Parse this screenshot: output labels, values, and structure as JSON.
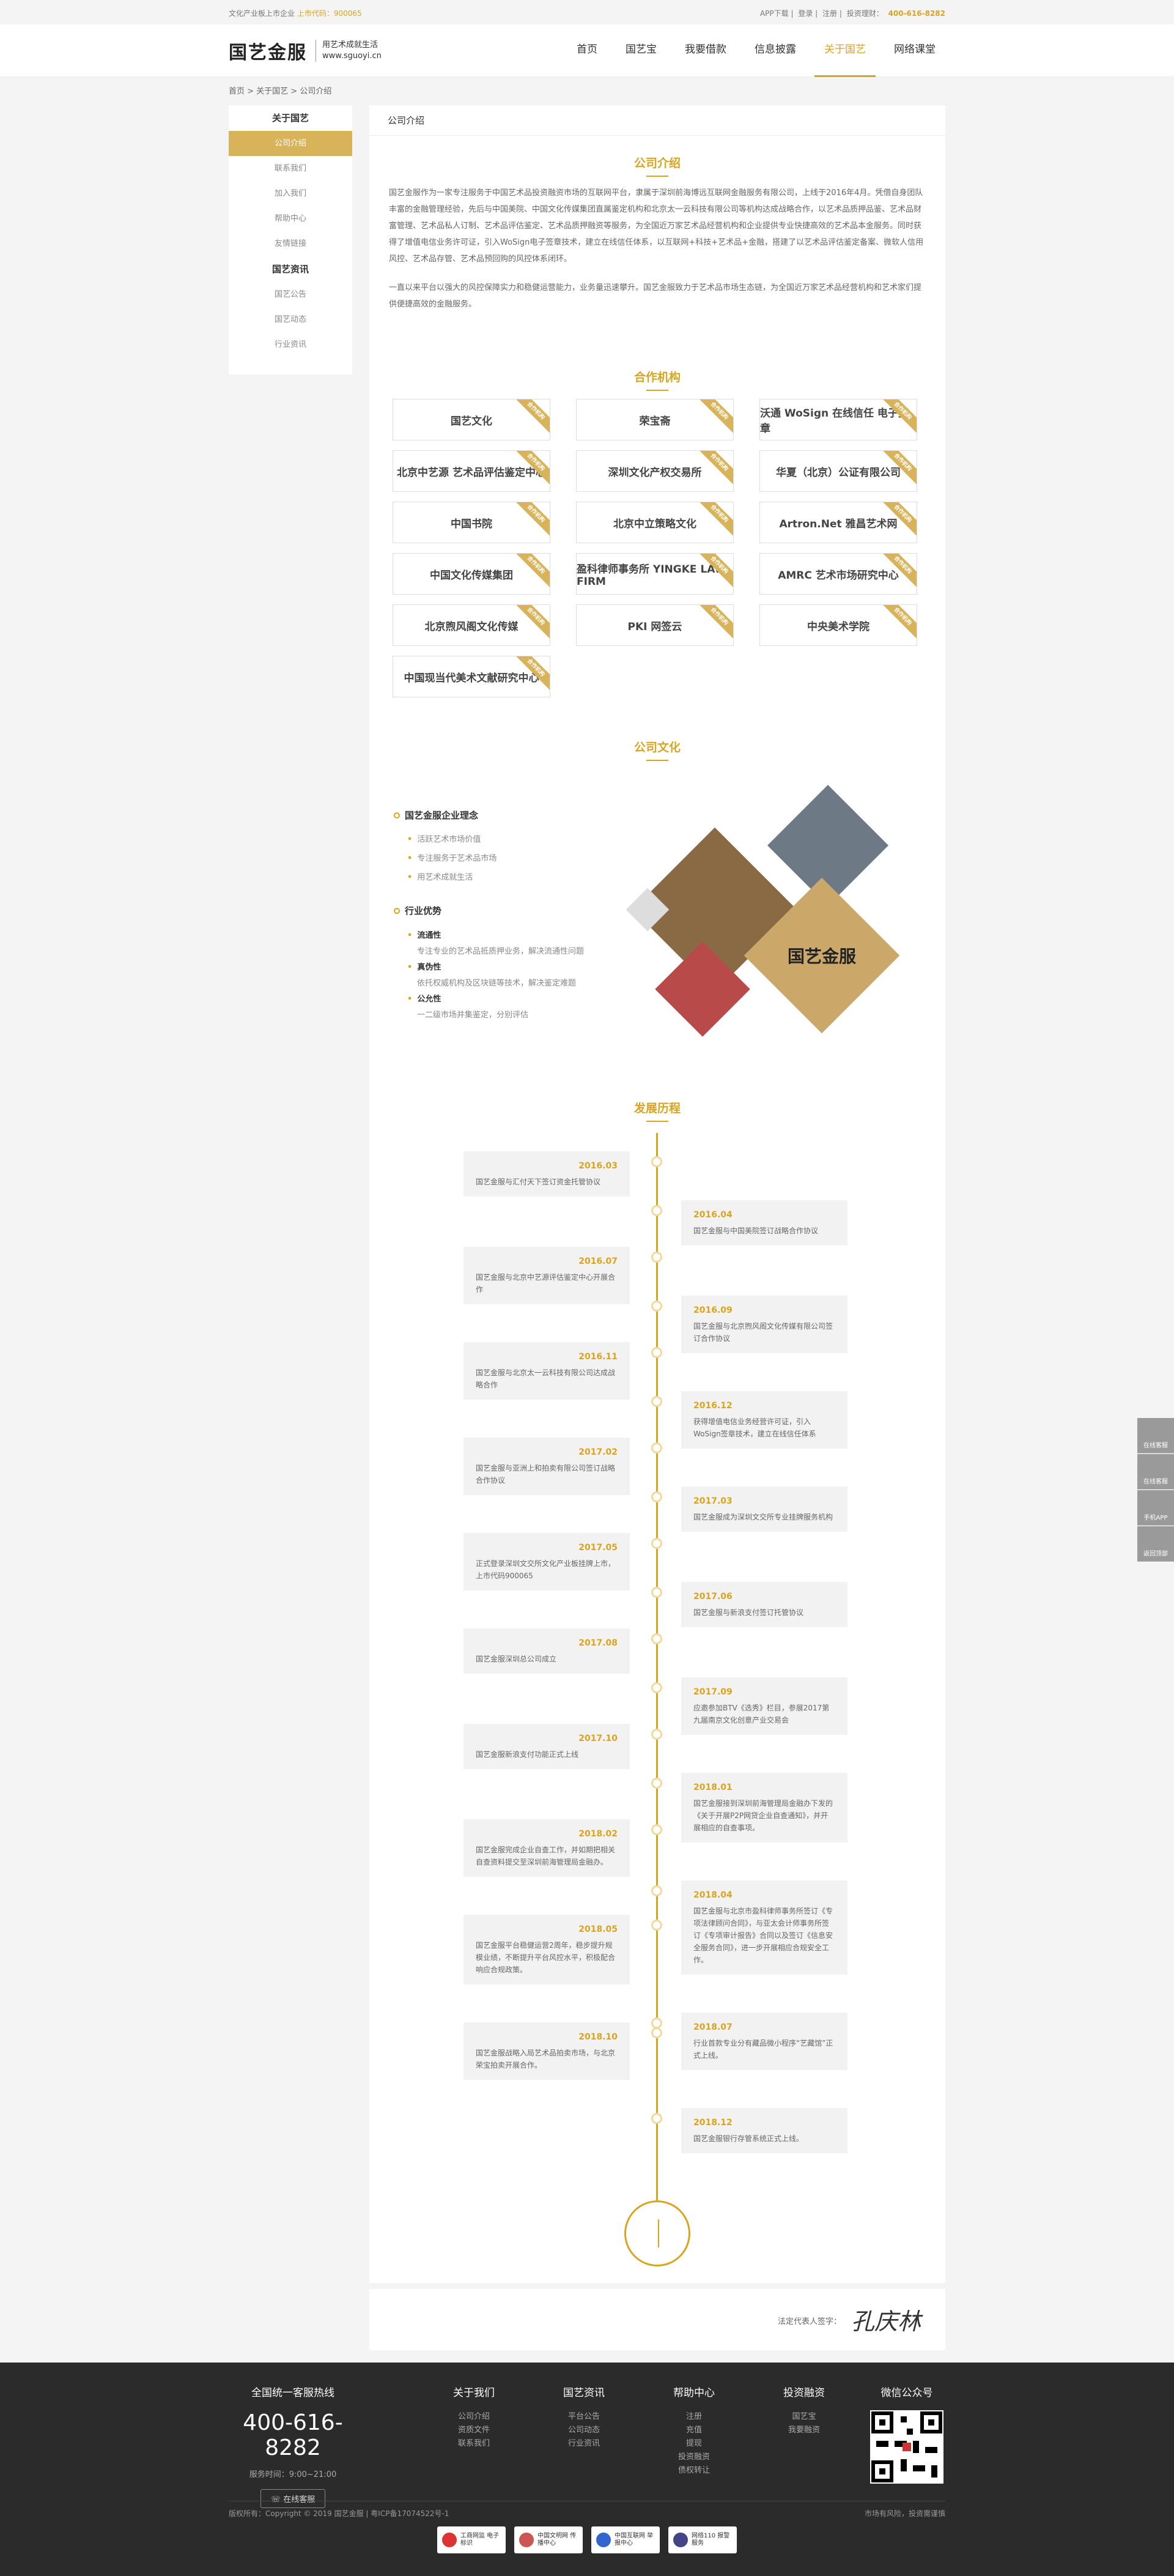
{
  "topbar": {
    "left_text": "文化产业板上市企业",
    "left_highlight": "上市代码：900065",
    "links": [
      "APP下载",
      "登录",
      "注册"
    ],
    "hotline_label": "投资理财：",
    "hotline": "400-616-8282"
  },
  "header": {
    "logo_text": "国艺金服",
    "logo_slogan": "用艺术成就生活",
    "logo_url": "www.sguoyi.cn",
    "nav": [
      "首页",
      "国艺宝",
      "我要借款",
      "信息披露",
      "关于国艺",
      "网络课堂"
    ],
    "nav_active": 4
  },
  "breadcrumb": "首页 > 关于国艺 > 公司介绍",
  "sidebar": {
    "group1": "关于国艺",
    "items1": [
      "公司介绍",
      "联系我们",
      "加入我们",
      "帮助中心",
      "友情链接"
    ],
    "group2": "国艺资讯",
    "items2": [
      "国艺公告",
      "国艺动态",
      "行业资讯"
    ]
  },
  "main": {
    "bar_title": "公司介绍",
    "intro_title": "公司介绍",
    "intro_p1": "国艺金服作为一家专注服务于中国艺术品投资融资市场的互联网平台，隶属于深圳前海博远互联网金融服务有限公司，上线于2016年4月。凭借自身团队丰富的金融管理经验，先后与中国美院、中国文化传媒集团直属鉴定机构和北京太一云科技有限公司等机构达成战略合作，以艺术品质押品鉴、艺术品财富管理、艺术品私人订制、艺术品评估鉴定、艺术品质押融资等服务，为全国近万家艺术品经营机构和企业提供专业快捷高效的艺术品本金服务。同时获得了增值电信业务许可证，引入WoSign电子签章技术，建立在线信任体系，以互联网+科技+艺术品+金融，搭建了以艺术品评估鉴定备案、微软人信用风控、艺术品存管、艺术品预回购的风控体系闭环。",
    "intro_p2": "一直以来平台以强大的风控保障实力和稳健运营能力，业务量迅速攀升。国艺金服致力于艺术品市场生态链，为全国近万家艺术品经营机构和艺术家们提供便捷高效的金融服务。",
    "partners_title": "合作机构",
    "partners_tag": "合作机构",
    "partners": [
      "国艺文化",
      "荣宝斋",
      "沃通 WoSign 在线信任 电子签章",
      "北京中艺源 艺术品评估鉴定中心",
      "深圳文化产权交易所",
      "华夏（北京）公证有限公司",
      "中国书院",
      "北京中立策略文化",
      "Artron.Net 雅昌艺术网",
      "中国文化传媒集团",
      "盈科律师事务所 YINGKE LAW FIRM",
      "AMRC 艺术市场研究中心",
      "北京煦风阁文化传媒",
      "PKI 网签云",
      "中央美术学院",
      "中国现当代美术文献研究中心"
    ],
    "culture_title": "公司文化",
    "culture_h1": "国艺金服企业理念",
    "culture_items": [
      "活跃艺术市场价值",
      "专注服务于艺术品市场",
      "用艺术成就生活"
    ],
    "culture_h2": "行业优势",
    "advantages": [
      {
        "t": "流通性",
        "d": "专注专业的艺术品抵质押业务，解决流通性问题"
      },
      {
        "t": "真伪性",
        "d": "依托权威机构及区块链等技术，解决鉴定难题"
      },
      {
        "t": "公允性",
        "d": "一二级市场并集鉴定，分别评估"
      }
    ],
    "photo_caption": "国艺金服",
    "history_title": "发展历程",
    "history": [
      {
        "date": "2016.03",
        "text": "国艺金服与汇付天下签订资金托管协议",
        "side": "left"
      },
      {
        "date": "2016.04",
        "text": "国艺金服与中国美院签订战略合作协议",
        "side": "right"
      },
      {
        "date": "2016.07",
        "text": "国艺金服与北京中艺源评估鉴定中心开展合作",
        "side": "left"
      },
      {
        "date": "2016.09",
        "text": "国艺金服与北京煦风阁文化传媒有限公司签订合作协议",
        "side": "right"
      },
      {
        "date": "2016.11",
        "text": "国艺金服与北京太一云科技有限公司达成战略合作",
        "side": "left"
      },
      {
        "date": "2016.12",
        "text": "获得增值电信业务经营许可证，引入WoSign签章技术，建立在线信任体系",
        "side": "right"
      },
      {
        "date": "2017.02",
        "text": "国艺金服与亚洲上和拍卖有限公司签订战略合作协议",
        "side": "left"
      },
      {
        "date": "2017.03",
        "text": "国艺金服成为深圳文交所专业挂牌服务机构",
        "side": "right"
      },
      {
        "date": "2017.05",
        "text": "正式登录深圳文交所文化产业板挂牌上市，上市代码900065",
        "side": "left"
      },
      {
        "date": "2017.06",
        "text": "国艺金服与新浪支付签订托管协议",
        "side": "right"
      },
      {
        "date": "2017.08",
        "text": "国艺金服深圳总公司成立",
        "side": "left"
      },
      {
        "date": "2017.09",
        "text": "应邀参加BTV《选秀》栏目，参展2017第九届南京文化创意产业交易会",
        "side": "right"
      },
      {
        "date": "2017.10",
        "text": "国艺金服新浪支付功能正式上线",
        "side": "left"
      },
      {
        "date": "2018.01",
        "text": "国艺金服接到深圳前海管理局金融办下发的《关于开展P2P网贷企业自查通知》，并开展相应的自查事项。",
        "side": "right"
      },
      {
        "date": "2018.02",
        "text": "国艺金服完成企业自查工作，并如期把相关自查资料提交至深圳前海管理局金融办。",
        "side": "left"
      },
      {
        "date": "2018.04",
        "text": "国艺金服与北京市盈科律师事务所签订《专项法律顾问合同》，与亚太会计师事务所签订《专项审计报告》合同以及签订《信息安全服务合同》，进一步开展相应合规安全工作。",
        "side": "right"
      },
      {
        "date": "2018.05",
        "text": "国艺金服平台稳健运营2周年，稳步提升规模业绩，不断提升平台风控水平，积极配合响应合规政策。",
        "side": "left"
      },
      {
        "date": "2018.07",
        "text": "行业首款专业分有藏品微小程序“艺藏馆”正式上线。",
        "side": "right"
      },
      {
        "date": "2018.10",
        "text": "国艺金服战略入局艺术品拍卖市场，与北京荣宝拍卖开展合作。",
        "side": "left"
      },
      {
        "date": "2018.12",
        "text": "国艺金服银行存管系统正式上线。",
        "side": "right"
      }
    ]
  },
  "signature": {
    "label": "法定代表人签字：",
    "name": "孔庆林"
  },
  "footer": {
    "hotline_title": "全国统一客服热线",
    "hotline": "400-616-8282",
    "hours": "服务时间：9:00~21:00",
    "online_btn": "在线客服",
    "cols": [
      {
        "h": "关于我们",
        "links": [
          "公司介绍",
          "资质文件",
          "联系我们"
        ]
      },
      {
        "h": "国艺资讯",
        "links": [
          "平台公告",
          "公司动态",
          "行业资讯"
        ]
      },
      {
        "h": "帮助中心",
        "links": [
          "注册",
          "充值",
          "提现",
          "投资融资",
          "债权转让"
        ]
      },
      {
        "h": "投资融资",
        "links": [
          "国艺宝",
          "我要融资"
        ]
      }
    ],
    "wechat_title": "微信公众号",
    "copyright": "版权所有：Copyright © 2019 国艺金服 | 粤ICP备17074522号-1",
    "risk": "市场有风险，投资需谨慎",
    "badges": [
      "工商网监 电子标识",
      "中国文明网 传播中心",
      "中国互联网 举报中心",
      "网络110 报警服务"
    ]
  },
  "float": [
    "在线客服",
    "在线客服",
    "手机APP",
    "返回顶部"
  ],
  "colors": {
    "accent": "#d9a520",
    "footer": "#2b2b2b"
  }
}
